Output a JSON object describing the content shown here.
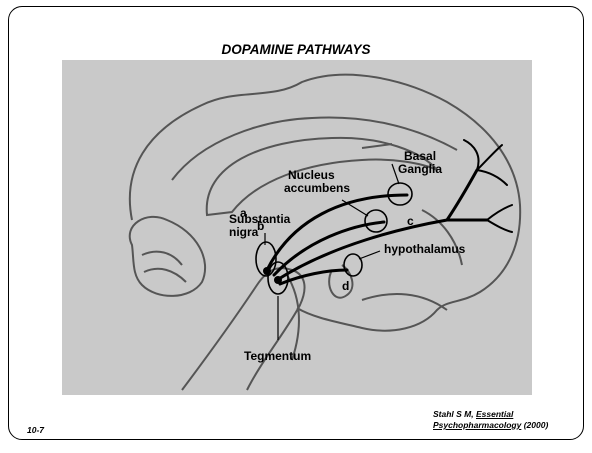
{
  "title": "DOPAMINE PATHWAYS",
  "labels": {
    "basal_ganglia": "Basal Ganglia",
    "basal_line1": "Basal",
    "basal_line2": "Ganglia",
    "nucleus_line1": "Nucleus",
    "nucleus_line2": "accumbens",
    "substantia_line1": "Substantia",
    "substantia_line2": "nigra",
    "hypothalamus": "hypothalamus",
    "tegmentum": "Tegmentum",
    "pathway_a": "a",
    "pathway_b": "b",
    "pathway_c": "c",
    "pathway_d": "d"
  },
  "slide_number": "10-7",
  "citation": {
    "author": "Stahl S M,",
    "title_part1": "Essential",
    "title_part2": "Psychopharmacology",
    "year": "(2000)"
  },
  "colors": {
    "panel_bg": "#c9c9c9",
    "outline": "#555555",
    "pathway": "#000000"
  }
}
